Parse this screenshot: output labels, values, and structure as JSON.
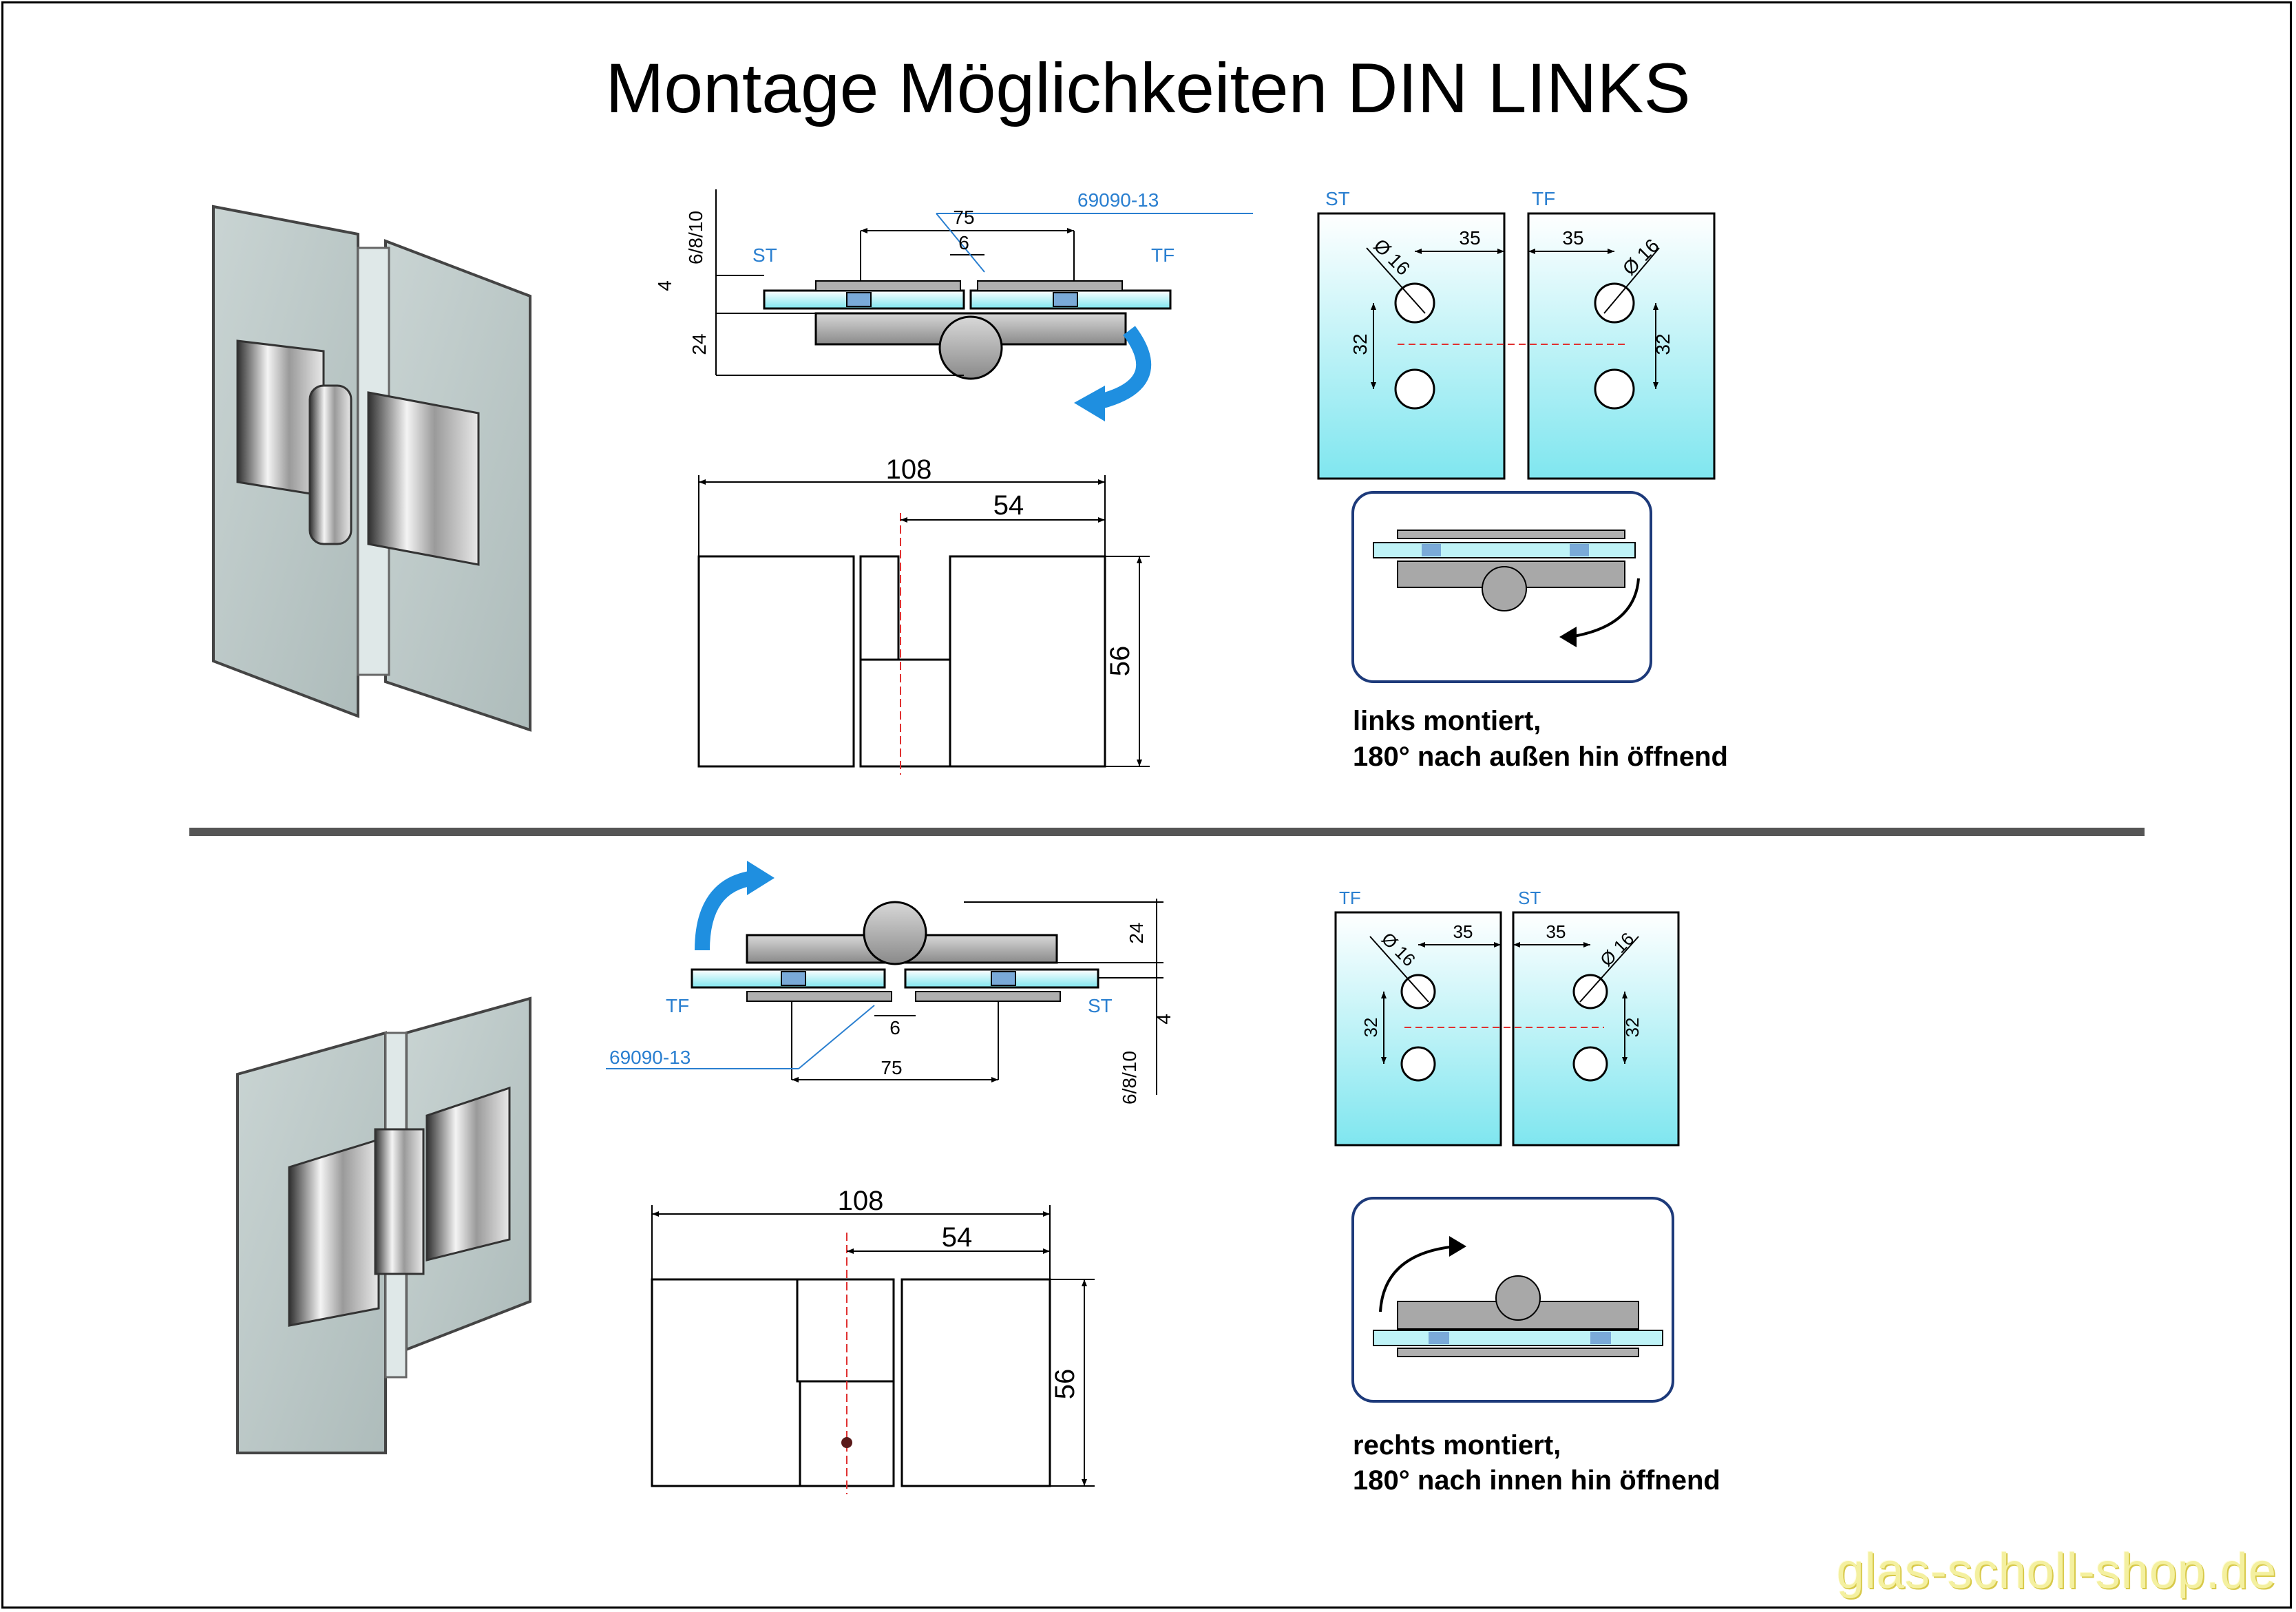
{
  "title": "Montage Möglichkeiten DIN LINKS",
  "upper": {
    "section_labels": {
      "st": "ST",
      "tf": "TF"
    },
    "part_number": "69090-13",
    "dims": {
      "d75": "75",
      "d6": "6",
      "d6810": "6/8/10",
      "d4": "4",
      "d24": "24",
      "d108": "108",
      "d54": "54",
      "d56": "56"
    },
    "plate_labels": {
      "left": "ST",
      "right": "TF"
    },
    "plate_dims": {
      "d35": "35",
      "d32": "32",
      "dia": "Ø 16"
    },
    "caption_line1": "links montiert,",
    "caption_line2": "180° nach außen hin öffnend"
  },
  "lower": {
    "section_labels": {
      "tf": "TF",
      "st": "ST"
    },
    "part_number": "69090-13",
    "dims": {
      "d75": "75",
      "d6": "6",
      "d6810": "6/8/10",
      "d4": "4",
      "d24": "24",
      "d108": "108",
      "d54": "54",
      "d56": "56"
    },
    "plate_labels": {
      "left": "TF",
      "right": "ST"
    },
    "plate_dims": {
      "d35": "35",
      "d32": "32",
      "dia": "Ø 16"
    },
    "caption_line1": "rechts montiert,",
    "caption_line2": "180° nach innen hin öffnend"
  },
  "watermark": "glas-scholl-shop.de",
  "colors": {
    "glass": "#bff3f7",
    "metal": "#9a9a9a",
    "arrow": "#1f8fe0",
    "axis": "#e03030",
    "dimblue": "#2a7fd0"
  }
}
